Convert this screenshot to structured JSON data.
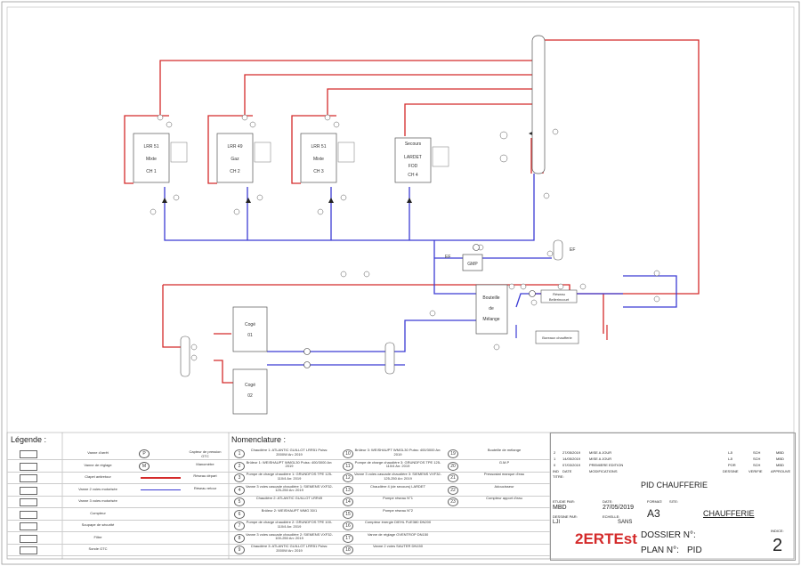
{
  "equipment": {
    "boilers": [
      {
        "l1": "LRR 51",
        "l2": "Mixte",
        "l3": "CH 1"
      },
      {
        "l1": "LRR 49",
        "l2": "Gaz",
        "l3": "CH 2"
      },
      {
        "l1": "LRR 51",
        "l2": "Mixte",
        "l3": "CH 3"
      },
      {
        "l1": "LARDET",
        "l2": "FOD",
        "l3": "CH 4",
        "top": "Secours"
      }
    ],
    "cogen": [
      {
        "l1": "Cogé",
        "l2": "01"
      },
      {
        "l1": "Cogé",
        "l2": "02"
      }
    ],
    "bouteille": {
      "l1": "Bouteille",
      "l2": "de",
      "l3": "Mélange"
    },
    "gmp": "GMP",
    "ef_left": "EF",
    "ef_right": "EF",
    "reseau": {
      "l1": "Réseau",
      "l2": "Bellerincourt"
    },
    "bureaux": "Bureaux chaufferie"
  },
  "legend": {
    "title": "Légende :",
    "rows": [
      {
        "name": "Vanne d'arrêt",
        "sym": "P",
        "desc": "Capteur de pression GTC"
      },
      {
        "name": "Vanne de réglage",
        "sym": "M",
        "desc": "Manomètre"
      },
      {
        "name": "Clapet antiretour",
        "desc": "Réseau départ",
        "line": "#d42a2a"
      },
      {
        "name": "Vanne 2 voies motorisée",
        "desc": "Réseau retour",
        "line": "#3b3bd4"
      },
      {
        "name": "Vanne 3 voies motorisée"
      },
      {
        "name": "Compteur"
      },
      {
        "name": "Soupape de sécurité"
      },
      {
        "name": "Filtre"
      },
      {
        "name": "Sonde GTC"
      }
    ]
  },
  "nomenclature": {
    "title": "Nomenclature :",
    "rows": [
      {
        "n1": "1",
        "t1": "Chaudière 1: ATLANTIC GUILLOT LRR51 Puiss: 2000W An: 2019",
        "n2": "10",
        "t2": "Brûleur 3: WEISHAUPT WMGL30 Puiss: 400/3000 An: 2019",
        "n3": "19",
        "t3": "Bouteille de mélange"
      },
      {
        "n1": "2",
        "t1": "Brûleur 1: WEISHAUPT WMGL30 Puiss: 400/3000 An: 2019",
        "n2": "11",
        "t2": "Pompe de charge chaudière 3: GRUNDFOS TPE 125-110/4 An: 2019",
        "n3": "20",
        "t3": "G.M.P"
      },
      {
        "n1": "3",
        "t1": "Pompe de charge chaudière 1: GRUNDFOS TPE 125-110/4 An: 2019",
        "n2": "12",
        "t2": "Vanne 3 voies cascade chaudière 3: SIEMENS VXF32-125-250 An: 2019",
        "n3": "21",
        "t3": "Pressostat manque d'eau"
      },
      {
        "n1": "4",
        "t1": "Vanne 3 voies cascade chaudière 1: SIEMENS VXF32-125-250 An: 2019",
        "n2": "13",
        "t2": "Chaudière 4 (de secours) LARDET",
        "n3": "22",
        "t3": "Adoucisseur"
      },
      {
        "n1": "5",
        "t1": "Chaudière 2: ATLANTIC GUILLOT LRR49",
        "n2": "14",
        "t2": "Pompe réseau N°1",
        "n3": "23",
        "t3": "Compteur apport d'eau"
      },
      {
        "n1": "6",
        "t1": "Brûleur 2: WEISHAUPT WMG 30/1",
        "n2": "15",
        "t2": "Pompe réseau N°2",
        "n3": "",
        "t3": ""
      },
      {
        "n1": "7",
        "t1": "Pompe de charge chaudière 2: GRUNDFOS TPE 100-110/4 An: 2019",
        "n2": "16",
        "t2": "Compteur énergie DIEHL FUE380 DN200",
        "n3": "",
        "t3": ""
      },
      {
        "n1": "8",
        "t1": "Vanne 3 voies cascade chaudière 2: SIEMENS VXF32-100-250 An: 2019",
        "n2": "17",
        "t2": "Vanne de réglage OVENTROP DN150",
        "n3": "",
        "t3": ""
      },
      {
        "n1": "9",
        "t1": "Chaudière 3: ATLANTIC GUILLOT LRR51 Puiss: 2000W An: 2019",
        "n2": "18",
        "t2": "Vanne 2 voies SAUTER DN150",
        "n3": "",
        "t3": ""
      }
    ]
  },
  "titleblock": {
    "revisions": [
      {
        "ind": "2",
        "date": "27/05/2019",
        "mod": "MISE A JOUR",
        "des": "LJI",
        "ver": "SCH",
        "app": "MBD"
      },
      {
        "ind": "1",
        "date": "14/05/2019",
        "mod": "MISE A JOUR",
        "des": "LJI",
        "ver": "SCH",
        "app": "MBD"
      },
      {
        "ind": "0",
        "date": "07/03/2019",
        "mod": "PREMIERE EDITION",
        "des": "POR",
        "ver": "SCH",
        "app": "MBD"
      }
    ],
    "head": {
      "ind": "IND",
      "date": "DATE",
      "mod": "MODIFICATIONS",
      "des": "DESSINE",
      "ver": "VERIFIE",
      "app": "APPROUVE"
    },
    "titre_label": "TITRE:",
    "titre": "PID CHAUFFERIE",
    "etude_label": "ETUDIE PAR:",
    "etude": "MBD",
    "date_label": "DATE:",
    "date": "27/05/2019",
    "format_label": "FORMAT:",
    "format": "A3",
    "site_label": "SITE:",
    "site": "CHAUFFERIE",
    "dessine_label": "DESSINE PAR:",
    "dessine": "LJI",
    "echelle_label": "ECHELLE:",
    "echelle": "SANS",
    "logo": "2ERTEst",
    "dossier": "DOSSIER N°:",
    "plan_label": "PLAN N°:",
    "plan": "PID",
    "indice_label": "INDICE:",
    "indice": "2"
  }
}
